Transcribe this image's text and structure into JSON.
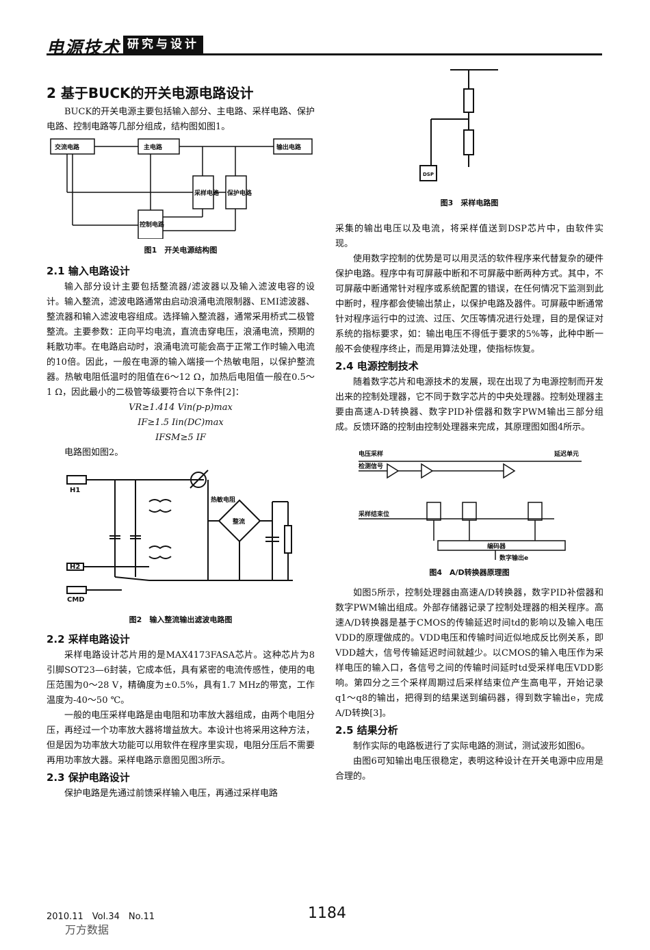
{
  "header": {
    "brand": "电源技术",
    "section": "研究与设计"
  },
  "section2": {
    "title": "2 基于BUCK的开关电源电路设计",
    "intro": "BUCK的开关电源主要包括输入部分、主电路、采样电路、保护电路、控制电路等几部分组成，结构图如图1。"
  },
  "fig1": {
    "blocks": [
      "交流电路",
      "主电路",
      "输出电路",
      "采样电路",
      "保护电路",
      "控制电路"
    ],
    "caption": "图1　开关电源结构图"
  },
  "s21": {
    "title": "2.1 输入电路设计",
    "para": "输入部分设计主要包括整流器/滤波器以及输入滤波电容的设计。输入整流，滤波电路通常由启动浪涌电流限制器、EMI滤波器、整流器和输入滤波电容组成。选择输入整流器，通常采用桥式二极管整流。主要参数：正向平均电流，直流击穿电压，浪涌电流，预期的耗散功率。在电路启动时，浪涌电流可能会高于正常工作时输入电流的10倍。因此，一般在电源的输入端接一个热敏电阻，以保护整流器。热敏电阻低温时的阻值在6～12 Ω，加热后电阻值一般在0.5～1 Ω，因此最小的二极管等级要符合以下条件[2]：",
    "eq1": "VR≥1.414 Vin(p-p)max",
    "eq2": "IF≥1.5 Iin(DC)max",
    "eq3": "IFSM≥5 IF",
    "after": "电路图如图2。"
  },
  "fig2": {
    "labels": [
      "H1",
      "H2",
      "CMD",
      "热敏电阻",
      "整流"
    ],
    "caption": "图2　输入整流输出滤波电路图"
  },
  "s22": {
    "title": "2.2 采样电路设计",
    "p1": "采样电路设计芯片用的是MAX4173FASA芯片。这种芯片为8引脚SOT23—6封装，它成本低，具有紧密的电流传感性，使用的电压范围为0～28 V，精确度为±0.5%，具有1.7 MHz的带宽，工作温度为-40～50 ℃。",
    "p2": "一般的电压采样电路是由电阻和功率放大器组成，由两个电阻分压，再经过一个功率放大器将增益放大。本设计也将采用这种方法，但是因为功率放大功能可以用软件在程序里实现，电阻分压后不需要再用功率放大器。采样电路示意图见图3所示。"
  },
  "s23": {
    "title": "2.3 保护电路设计",
    "p1": "保护电路是先通过前馈采样输入电压，再通过采样电路"
  },
  "fig3": {
    "chip": "DSP",
    "caption": "图3　采样电路图"
  },
  "right": {
    "p1": "采集的输出电压以及电流，将采样值送到DSP芯片中，由软件实现。",
    "p2": "使用数字控制的优势是可以用灵活的软件程序来代替复杂的硬件保护电路。程序中有可屏蔽中断和不可屏蔽中断两种方式。其中，不可屏蔽中断通常针对程序或系统配置的错误，在任何情况下监测到此中断时，程序都会使输出禁止，以保护电路及器件。可屏蔽中断通常针对程序运行中的过流、过压、欠压等情况进行处理，目的是保证对系统的指标要求，如：输出电压不得低于要求的5%等，此种中断一般不会使程序终止，而是用算法处理，使指标恢复。"
  },
  "s24": {
    "title": "2.4 电源控制技术",
    "p1": "随着数字芯片和电源技术的发展，现在出现了为电源控制而开发出来的控制处理器，它不同于数字芯片的中央处理器。控制处理器主要由高速A-D转换器、数字PID补偿器和数字PWM输出三部分组成。反馈环路的控制由控制处理器来完成，其原理图如图4所示。"
  },
  "fig4": {
    "labels": [
      "电压采样",
      "延迟单元",
      "检测信号",
      "采样结束位",
      "编码器",
      "数字输出e"
    ],
    "caption": "图4　A/D转换器原理图"
  },
  "s24b": {
    "p1": "如图5所示，控制处理器由高速A/D转换器，数字PID补偿器和数字PWM输出组成。外部存储器记录了控制处理器的相关程序。高速A/D转换器是基于CMOS的传输延迟时间td的影响以及输入电压VDD的原理做成的。VDD电压和传输时间近似地成反比例关系，即VDD越大，信号传输延迟时间就越少。以CMOS的输入电压作为采样电压的输入口，各信号之间的传输时间延时td受采样电压VDD影响。第四分之三个采样周期过后采样结束位产生高电平，开始记录q1～q8的输出，把得到的结果送到编码器，得到数字输出e，完成A/D转换[3]。"
  },
  "s25": {
    "title": "2.5 结果分析",
    "p1": "制作实际的电路板进行了实际电路的测试，测试波形如图6。",
    "p2": "由图6可知输出电压很稳定，表明这种设计在开关电源中应用是合理的。"
  },
  "footer": {
    "issue": "2010.11　Vol.34　No.11",
    "page": "1184",
    "watermark": "万方数据"
  }
}
